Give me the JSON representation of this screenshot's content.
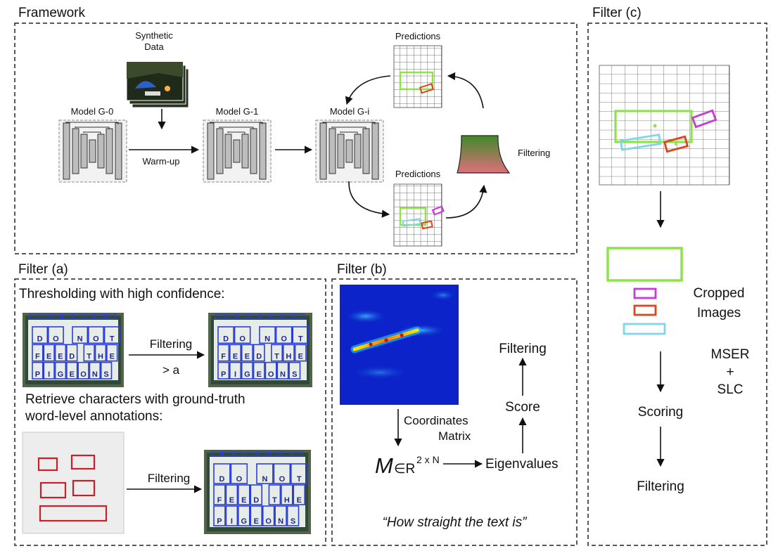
{
  "framework": {
    "title": "Framework",
    "synthetic_data": [
      "Synthetic",
      "Data"
    ],
    "models": [
      "Model G-0",
      "Model G-1",
      "Model G-i"
    ],
    "warmup": "Warm-up",
    "predictions_top": "Predictions",
    "predictions_bottom": "Predictions",
    "filtering": "Filtering"
  },
  "filter_a": {
    "title": "Filter (a)",
    "heading1": "Thresholding with high confidence:",
    "arrow1_label": "Filtering",
    "arrow1_sub": "> a",
    "heading2_line1": "Retrieve characters with ground-truth",
    "heading2_line2": "word-level annotations:",
    "arrow2_label": "Filtering",
    "sign_lines": [
      "DO NOT",
      "FEED THE",
      "PIGEONS"
    ]
  },
  "filter_b": {
    "title": "Filter (b)",
    "coordinates": "Coordinates",
    "matrix": "Matrix",
    "formula_m": "M",
    "formula_in": "∈R",
    "formula_sup": "2 x N",
    "eigenvalues": "Eigenvalues",
    "score": "Score",
    "filtering": "Filtering",
    "quote": "“How straight the text is”"
  },
  "filter_c": {
    "title": "Filter (c)",
    "cropped": "Cropped",
    "images": "Images",
    "mser": "MSER",
    "plus": "+",
    "slc": "SLC",
    "scoring": "Scoring",
    "filtering": "Filtering"
  },
  "colors": {
    "green": "#8fe34a",
    "magenta": "#c53ad8",
    "orange": "#d9471c",
    "cyan": "#7fd6ea",
    "red_box": "#c8202a",
    "blue_char": "#2b3fd6"
  }
}
